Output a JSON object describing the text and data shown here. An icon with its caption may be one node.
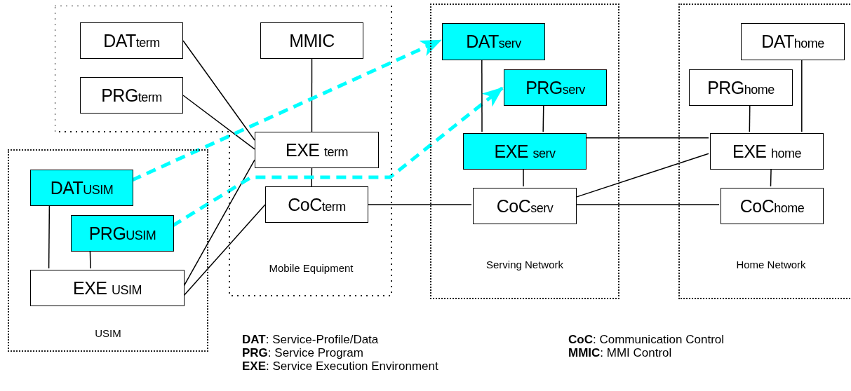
{
  "diagram": {
    "nodes": [
      {
        "text": [
          "Mobile Equipment"
        ]
      },
      {
        "text": [
          "DAT$_{term}$"
        ],
        "in": 0
      },
      {
        "text": [
          "MMIC"
        ],
        "in": 0
      },
      {
        "text": [
          "PRG$_{term}$"
        ],
        "in": 0
      },
      {
        "text": [
          "EXE $_{term}$"
        ],
        "in": 0
      },
      {
        "text": [
          "CoC$_{term}$"
        ],
        "in": 0
      },
      {
        "text": [
          "Serving Network"
        ]
      },
      {
        "text": [
          "DAT$_{serv}$"
        ],
        "in": 6
      },
      {
        "text": [
          "PRG$_{serv}$"
        ],
        "in": 6
      },
      {
        "text": [
          "EXE $_{serv}$"
        ],
        "in": 6
      },
      {
        "text": [
          "CoC$_{serv}$"
        ],
        "in": 6
      },
      {
        "text": [
          "Home Network"
        ]
      },
      {
        "text": [
          "DAT$_{home}$"
        ],
        "in": 11
      },
      {
        "text": [
          "PRG$_{home}$"
        ],
        "in": 11
      },
      {
        "text": [
          "EXE $_{home}$"
        ],
        "in": 11
      },
      {
        "text": [
          "CoC$_{home}$"
        ],
        "in": 11
      },
      {
        "text": [
          "USIM"
        ]
      },
      {
        "text": [
          "DAT$_{USIM}$"
        ],
        "in": 16
      },
      {
        "text": [
          "PRG$_{USIM}$"
        ],
        "in": 16
      },
      {
        "text": [
          "EXE $_{USIM}$"
        ],
        "in": 16
      }
    ],
    "edges": [
      {
        "from": 1,
        "to": 4,
        "arrow": "none"
      },
      {
        "from": 3,
        "to": 4,
        "arrow": "none"
      },
      {
        "from": 2,
        "to": 4,
        "arrow": "none"
      },
      {
        "from": 4,
        "to": 5,
        "arrow": "none"
      },
      {
        "from": 19,
        "to": 4,
        "arrow": "none"
      },
      {
        "from": 19,
        "to": 5,
        "arrow": "none"
      },
      {
        "from": 17,
        "to": 19,
        "arrow": "none"
      },
      {
        "from": 18,
        "to": 19,
        "arrow": "none"
      },
      {
        "from": 17,
        "to": 7,
        "arrow": "to",
        "style": "dashed",
        "color": "#00ffff"
      },
      {
        "from": 18,
        "to": 8,
        "arrow": "to",
        "style": "dashed",
        "color": "#00ffff"
      },
      {
        "from": 5,
        "to": 10,
        "arrow": "none"
      },
      {
        "from": 7,
        "to": 9,
        "arrow": "none"
      },
      {
        "from": 8,
        "to": 9,
        "arrow": "none"
      },
      {
        "from": 9,
        "to": 10,
        "arrow": "none"
      },
      {
        "from": 9,
        "to": 14,
        "arrow": "none"
      },
      {
        "from": 10,
        "to": 14,
        "arrow": "none"
      },
      {
        "from": 10,
        "to": 15,
        "arrow": "none"
      },
      {
        "from": 13,
        "to": 14,
        "arrow": "none"
      },
      {
        "from": 12,
        "to": 14,
        "arrow": "none"
      },
      {
        "from": 14,
        "to": 15,
        "arrow": "none"
      }
    ],
    "labels": [
      "**DAT**: Service-Profile/Data",
      "**CoC**: Communication Control",
      "**PRG**: Service Program",
      "**MMIC**: MMI Control",
      "**EXE**: Service Execution Environment"
    ]
  }
}
